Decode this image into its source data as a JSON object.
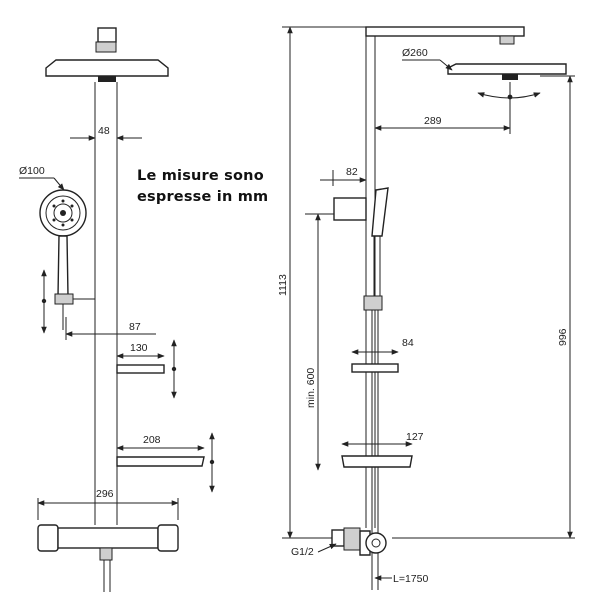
{
  "note": {
    "line1": "Le misure sono",
    "line2": "espresse in mm"
  },
  "dimensions": {
    "hand_shower_dia": "Ø100",
    "pipe_width": "48",
    "shelf_offset": "87",
    "small_shelf_width": "130",
    "large_shelf_width": "208",
    "mixer_width": "296",
    "overhead_dia": "Ø260",
    "arm_length": "289",
    "holder_width": "82",
    "total_height": "1113",
    "shelf_min_height": "min. 600",
    "head_height": "996",
    "side_small_shelf": "84",
    "side_large_shelf": "127",
    "inlet_thread": "G1/2",
    "hose_length": "L=1750"
  }
}
